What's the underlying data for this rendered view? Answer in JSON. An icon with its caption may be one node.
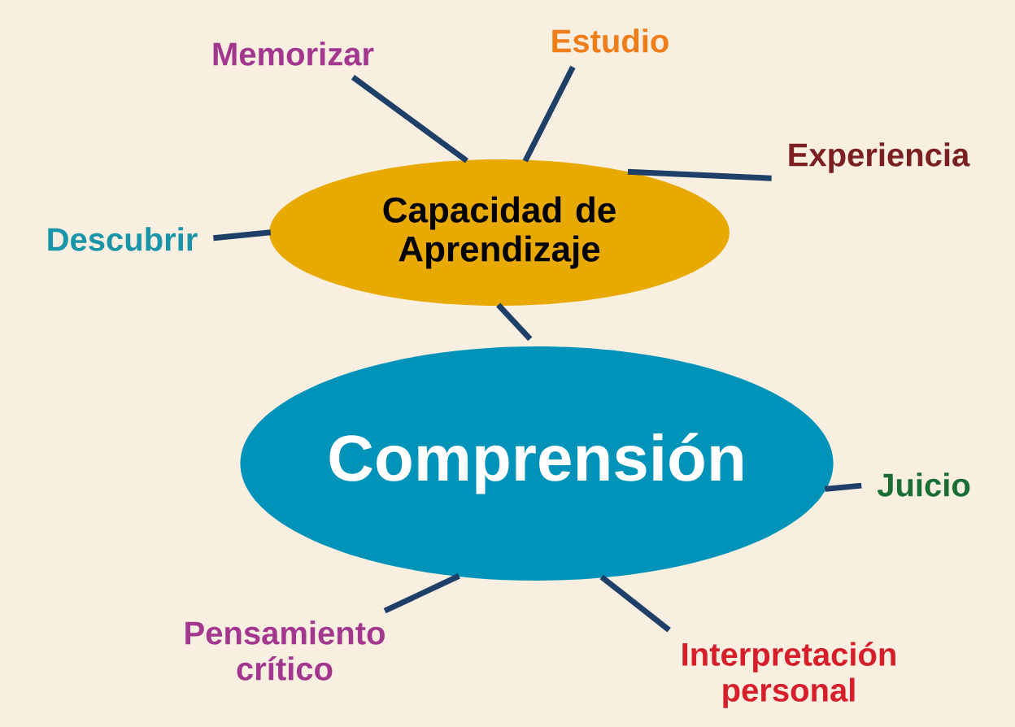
{
  "diagram": {
    "nodes": [
      {
        "text": [
          "Capacidad de Aprendizaje"
        ]
      },
      {
        "text": [
          "Comprensión"
        ]
      },
      {
        "text": [
          "Memorizar"
        ]
      },
      {
        "text": [
          "Estudio"
        ]
      },
      {
        "text": [
          "Experiencia"
        ]
      },
      {
        "text": [
          "Descubrir"
        ]
      },
      {
        "text": [
          "Juicio"
        ]
      },
      {
        "text": [
          "Pensamiento crítico"
        ]
      },
      {
        "text": [
          "Interpretación personal"
        ]
      }
    ],
    "edges": [
      {
        "from": 0,
        "to": 2,
        "arrow": "none"
      },
      {
        "from": 0,
        "to": 3,
        "arrow": "none"
      },
      {
        "from": 0,
        "to": 4,
        "arrow": "none"
      },
      {
        "from": 0,
        "to": 5,
        "arrow": "none"
      },
      {
        "from": 0,
        "to": 1,
        "arrow": "none"
      },
      {
        "from": 1,
        "to": 6,
        "arrow": "none"
      },
      {
        "from": 1,
        "to": 7,
        "arrow": "none"
      },
      {
        "from": 1,
        "to": 8,
        "arrow": "none"
      }
    ]
  }
}
